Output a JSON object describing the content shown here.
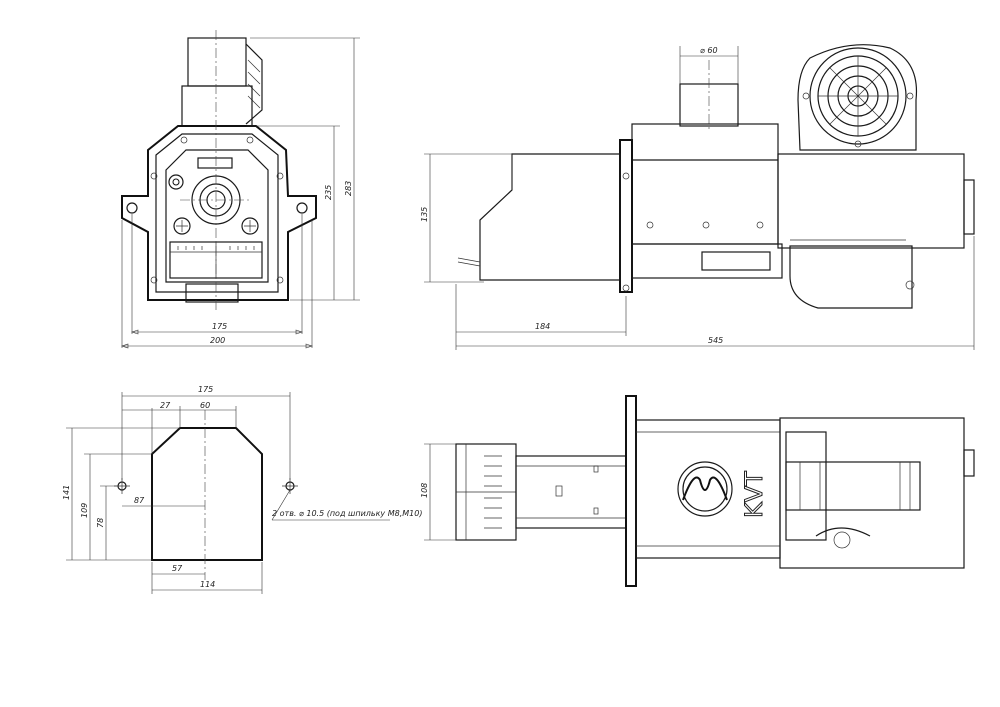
{
  "dimensions": {
    "front_width_inner": "175",
    "front_width_outer": "200",
    "front_height_1": "235",
    "front_height_2": "283",
    "pipe_diameter": "⌀ 60",
    "side_height": "135",
    "side_length_front": "184",
    "overall_length": "545",
    "flange_width": "175",
    "flange_offset_27": "27",
    "flange_top_60": "60",
    "flange_height_141": "141",
    "flange_height_109": "109",
    "flange_height_78": "78",
    "flange_hole_spacing": "87",
    "flange_bottom_57": "57",
    "flange_bottom_114": "114",
    "top_height_108": "108"
  },
  "notes": {
    "holes_note": "2 отв. ⌀ 10.5 (под шпильку М8,М10)"
  },
  "brand": {
    "logo_text": "KVT"
  }
}
